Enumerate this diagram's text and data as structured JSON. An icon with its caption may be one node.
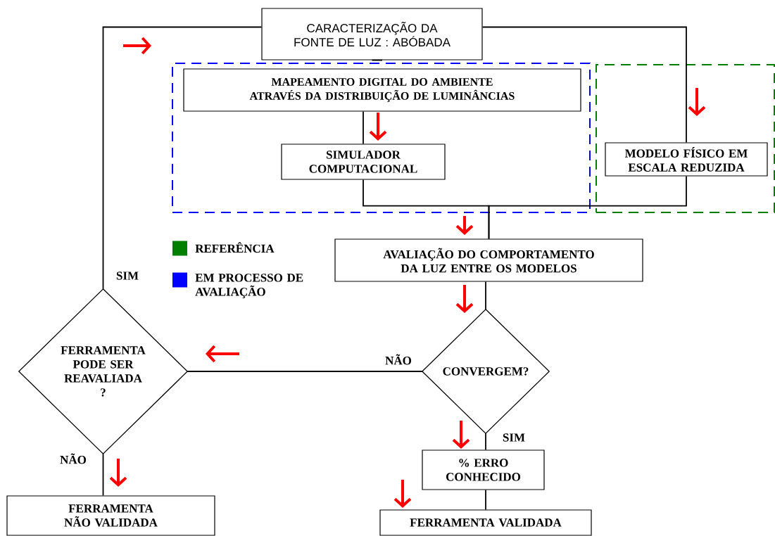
{
  "diagram": {
    "nodes": [
      {
        "text": [
          "CARACTERIZAÇÃO DA FONTE DE LUZ : ABÓBADA"
        ]
      },
      {
        "text": [],
        "shape": "box"
      },
      {
        "text": [
          "MAPEAMENTO DIGITAL DO AMBIENTE ATRAVÉS DA DISTRIBUIÇÃO DE LUMINÂNCIAS"
        ],
        "in": 1
      },
      {
        "text": [
          "SIMULADOR COMPUTACIONAL"
        ],
        "in": 1
      },
      {
        "text": [],
        "shape": "box"
      },
      {
        "text": [
          "MODELO FÍSICO EM ESCALA REDUZIDA"
        ],
        "in": 4
      },
      {
        "text": [
          "AVALIAÇÃO DO COMPORTAMENTO DA LUZ ENTRE OS MODELOS"
        ]
      },
      {
        "text": [
          "CONVERGEM?"
        ]
      },
      {
        "text": [
          "FERRAMENTA PODE SER REAVALIADA ?"
        ]
      },
      {
        "text": [
          "FERRAMENTA NÃO VALIDADA"
        ]
      },
      {
        "text": [
          "% ERRO CONHECIDO"
        ]
      },
      {
        "text": [
          "FERRAMENTA VALIDADA"
        ]
      }
    ],
    "edges": [
      {
        "from": 0,
        "to": 2,
        "arrow": "none"
      },
      {
        "from": 0,
        "to": 5,
        "arrow": "none"
      },
      {
        "from": 2,
        "to": 3,
        "arrow": "none"
      },
      {
        "from": 3,
        "to": 6,
        "arrow": "none"
      },
      {
        "from": 5,
        "to": 6,
        "arrow": "none"
      },
      {
        "from": 6,
        "to": 7,
        "arrow": "none"
      },
      {
        "from": 7,
        "to": 8,
        "arrow": "none",
        "label": "NÃO"
      },
      {
        "from": 7,
        "to": 10,
        "arrow": "none",
        "label": "SIM"
      },
      {
        "from": 10,
        "to": 11,
        "arrow": "none"
      },
      {
        "from": 8,
        "to": 0,
        "arrow": "none",
        "label": "SIM"
      },
      {
        "from": 8,
        "to": 9,
        "arrow": "none",
        "label": "NÃO"
      }
    ],
    "legend": [
      {
        "text": "REFERÊNCIA",
        "color": "#007f00"
      },
      {
        "text": "EM PROCESSO DE AVALIAÇÃO",
        "color": "#0000ff"
      }
    ]
  }
}
